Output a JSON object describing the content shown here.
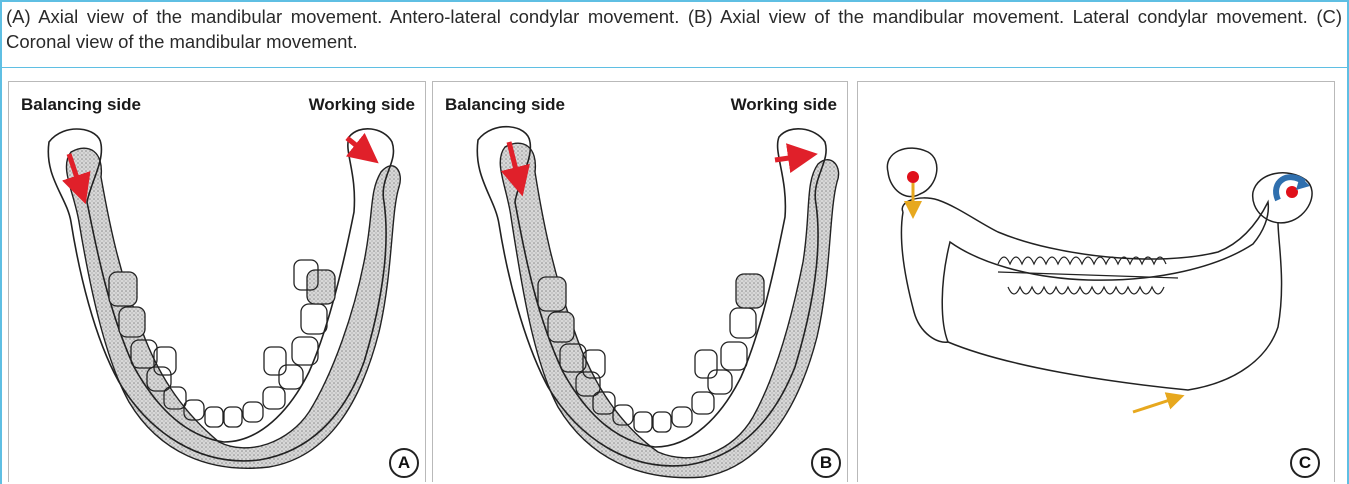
{
  "caption": "(A) Axial view of the mandibular movement. Antero-lateral condylar movement. (B) Axial view of the mandibular movement. Lateral condylar movement. (C) Coronal view of the mandibular movement.",
  "panels": [
    {
      "letter": "A",
      "left_label": "Balancing side",
      "right_label": "Working side"
    },
    {
      "letter": "B",
      "left_label": "Balancing side",
      "right_label": "Working side"
    },
    {
      "letter": "C"
    }
  ],
  "colors": {
    "frame": "#5fbfe3",
    "movement_arrow": "#e0202a",
    "rotation_arrow": "#2f6fae",
    "translation_arrow": "#e7a81e",
    "condyle_point": "#e0101a"
  }
}
